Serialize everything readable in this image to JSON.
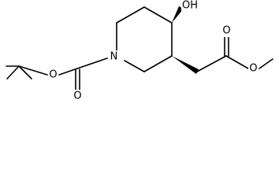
{
  "molecule": {
    "atoms": {
      "ring_nitrogen": "N",
      "carbamate_ester_oxygen": "O",
      "carbamate_carbonyl_oxygen": "O",
      "hydroxyl": "OH",
      "ester_carbonyl_oxygen": "O",
      "ester_oxygen": "O"
    }
  },
  "colors": {
    "line": "#000000",
    "background": "#ffffff"
  }
}
